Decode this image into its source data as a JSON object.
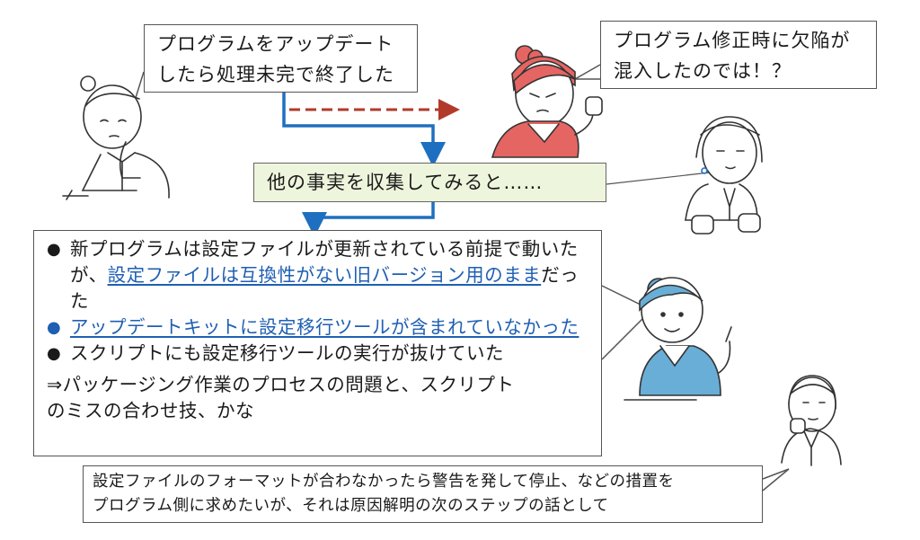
{
  "bubble_top_left": {
    "lines": [
      "プログラムをアップデート",
      "したら処理未完で終了した"
    ]
  },
  "bubble_top_right": {
    "lines": [
      "プログラム修正時に欠陥が",
      "混入したのでは！？"
    ]
  },
  "fact_box": {
    "text": "他の事実を収集してみると……"
  },
  "main_box": {
    "bullet_symbol": "●",
    "item1": {
      "plain": "新プログラムは設定ファイルが更新されている前提で動いたが、",
      "link": "設定ファイルは互換性がない旧バージョン用のまま",
      "tail": "だった"
    },
    "item2": {
      "link": "アップデートキットに設定移行ツールが含まれていなかった"
    },
    "item3": {
      "plain": "スクリプトにも設定移行ツールの実行が抜けていた"
    },
    "conclusion": {
      "lines": [
        "⇒パッケージング作業のプロセスの問題と、スクリプト",
        "のミスの合わせ技、かな"
      ]
    }
  },
  "bottom_box": {
    "lines": [
      "設定ファイルのフォーマットが合わなかったら警告を発して停止、などの措置を",
      "プログラム側に求めたいが、それは原因解明の次のステップの話として"
    ]
  },
  "colors": {
    "blue_arrow": "#1f6fc0",
    "red_dashed_arrow": "#b23a2a",
    "fact_box_fill": "#eef5dd",
    "link_text": "#1f5fb3",
    "bullet_blue": "#1f5fb3"
  }
}
